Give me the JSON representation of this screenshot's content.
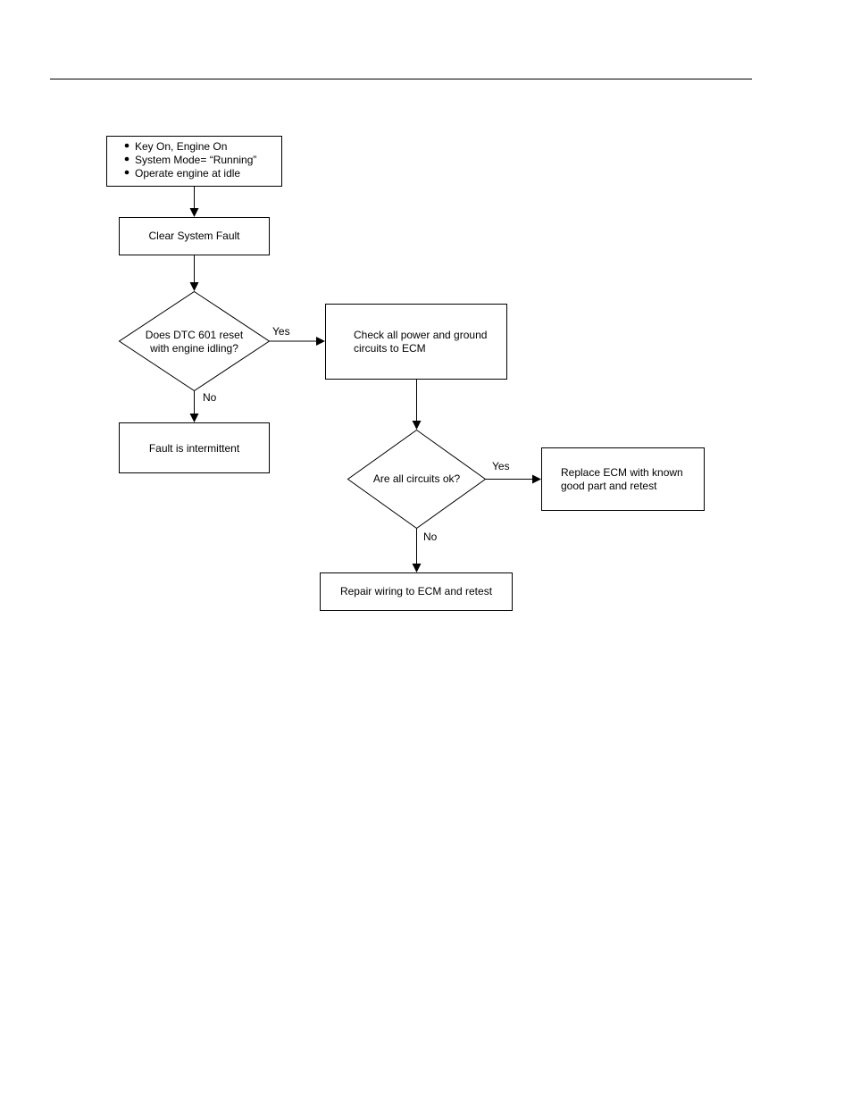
{
  "flowchart": {
    "start_box": {
      "items": [
        "Key On, Engine On",
        "System Mode= “Running”",
        "Operate engine at idle"
      ]
    },
    "clear_fault_box": {
      "label": "Clear System Fault"
    },
    "decision_dtc": {
      "line1": "Does DTC 601 reset",
      "line2": "with engine idling?"
    },
    "check_circuits_box": {
      "line1": "Check all power and ground",
      "line2": "circuits to ECM"
    },
    "intermittent_box": {
      "label": "Fault is intermittent"
    },
    "decision_circuits": {
      "label": "Are all circuits ok?"
    },
    "replace_ecm_box": {
      "line1": "Replace ECM with known",
      "line2": "good part and retest"
    },
    "repair_wiring_box": {
      "label": "Repair wiring to ECM and retest"
    },
    "labels": {
      "dtc_yes": "Yes",
      "dtc_no": "No",
      "circuits_yes": "Yes",
      "circuits_no": "No"
    }
  }
}
